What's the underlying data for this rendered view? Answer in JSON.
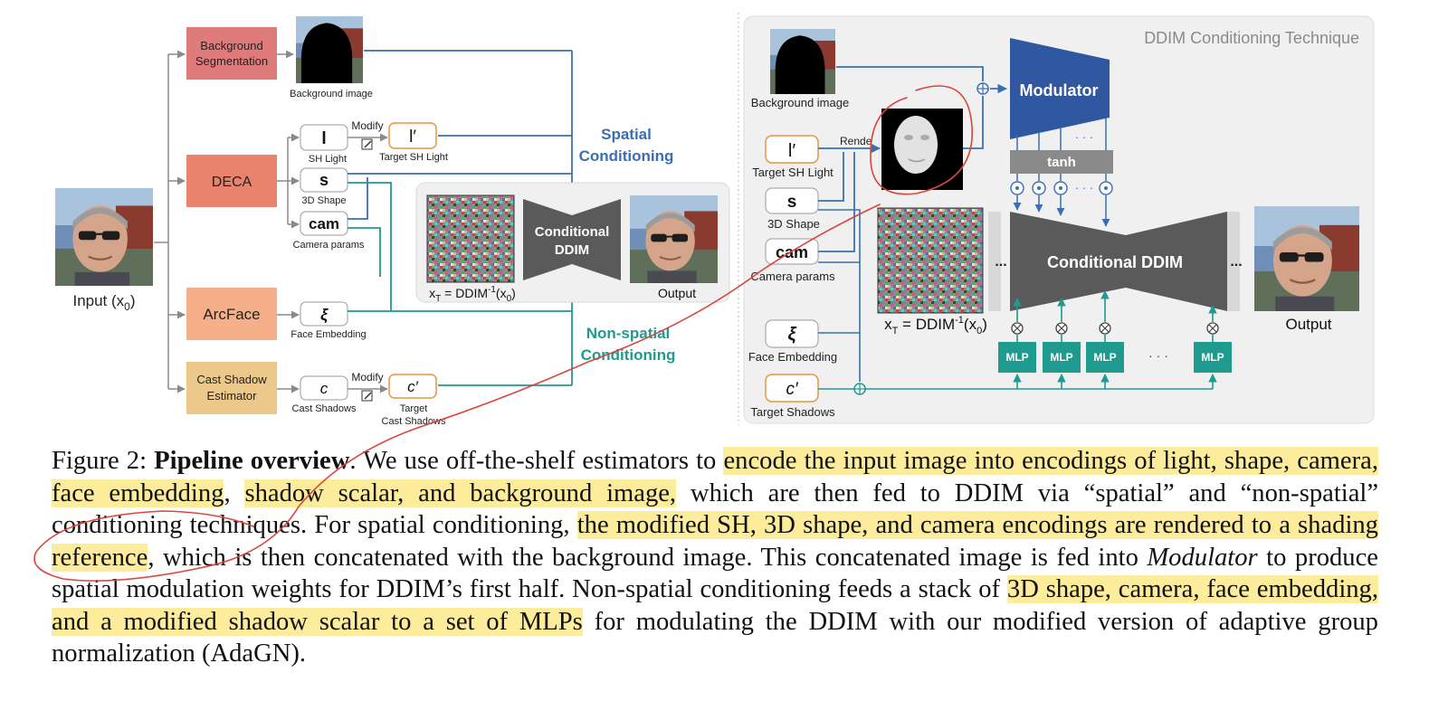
{
  "left": {
    "input_label": "Input (x",
    "input_sub": "0",
    "input_close": ")",
    "bg_seg": [
      "Background",
      "Segmentation"
    ],
    "bg_image": "Background image",
    "deca": "DECA",
    "arcface": "ArcFace",
    "cast_shadow": [
      "Cast Shadow",
      "Estimator"
    ],
    "l_sym": "l",
    "l_prime_sym": "l′",
    "s_sym": "s",
    "cam_sym": "cam",
    "xi_sym": "ξ",
    "c_sym": "c",
    "c_prime_sym": "c′",
    "sh_light": "SH Light",
    "target_sh_light": "Target SH Light",
    "shape_3d": "3D Shape",
    "camera_params": "Camera params",
    "face_embedding": "Face Embedding",
    "cast_shadows": "Cast Shadows",
    "target_cast_shadows": [
      "Target",
      "Cast Shadows"
    ],
    "modify": "Modify",
    "cond_ddim": [
      "Conditional",
      "DDIM"
    ],
    "xt_pre": "x",
    "xt_sub": "T",
    "xt_mid": " = DDIM",
    "xt_sup": "-1",
    "xt_post": "(x",
    "xt_sub2": "0",
    "xt_end": ")",
    "output": "Output",
    "spatial": [
      "Spatial",
      "Conditioning"
    ],
    "non_spatial": [
      "Non-spatial",
      "Conditioning"
    ]
  },
  "right": {
    "title": "DDIM Conditioning Technique",
    "bg_image": "Background image",
    "target_sh_light": "Target SH Light",
    "shape_3d": "3D Shape",
    "camera_params": "Camera params",
    "face_embedding": "Face Embedding",
    "target_shadows": "Target Shadows",
    "render": "Rende",
    "modulator": "Modulator",
    "tanh": "tanh",
    "cond_ddim": "Conditional DDIM",
    "mlp": "MLP",
    "dots": "· · ·",
    "ellipsis": "...",
    "output": "Output"
  },
  "caption": {
    "fig_label": "Figure 2: ",
    "bold": "Pipeline overview",
    "t1": ". We use off-the-shelf estimators to ",
    "h1": "encode the input image into encodings of light, shape, camera, face embedding",
    "t2": ", ",
    "h2": "shadow scalar, and background image,",
    "t3": " which are then fed to DDIM via “spatial” and “non-spatial” conditioning techniques. For spatial conditioning, ",
    "h3": "the modified SH, 3D shape, and camera encodings are rendered to a shading reference",
    "t4": ", which is then concatenated with the background image. This concatenated image is fed into ",
    "italic": "Modulator",
    "t5": " to produce spatial modulation weights for DDIM’s first half. Non-spatial conditioning feeds a stack of ",
    "h4": "3D shape, camera, face embedding, and a modified shadow scalar to a set of MLPs",
    "t6": " for modulating the DDIM with our modified version of adaptive group normalization (AdaGN)."
  },
  "colors": {
    "spatial": "#3a6fb5",
    "non_spatial": "#1f9a8e",
    "bg_seg": "#e07b7b",
    "deca": "#e8836e",
    "arcface": "#f5b08a",
    "cast_shadow": "#ecc98a",
    "modulator": "#2f58a0",
    "ddim": "#5a5a5a",
    "mlp": "#1f9a8e",
    "highlight": "#fcec9c",
    "annotation": "#d9453e"
  }
}
